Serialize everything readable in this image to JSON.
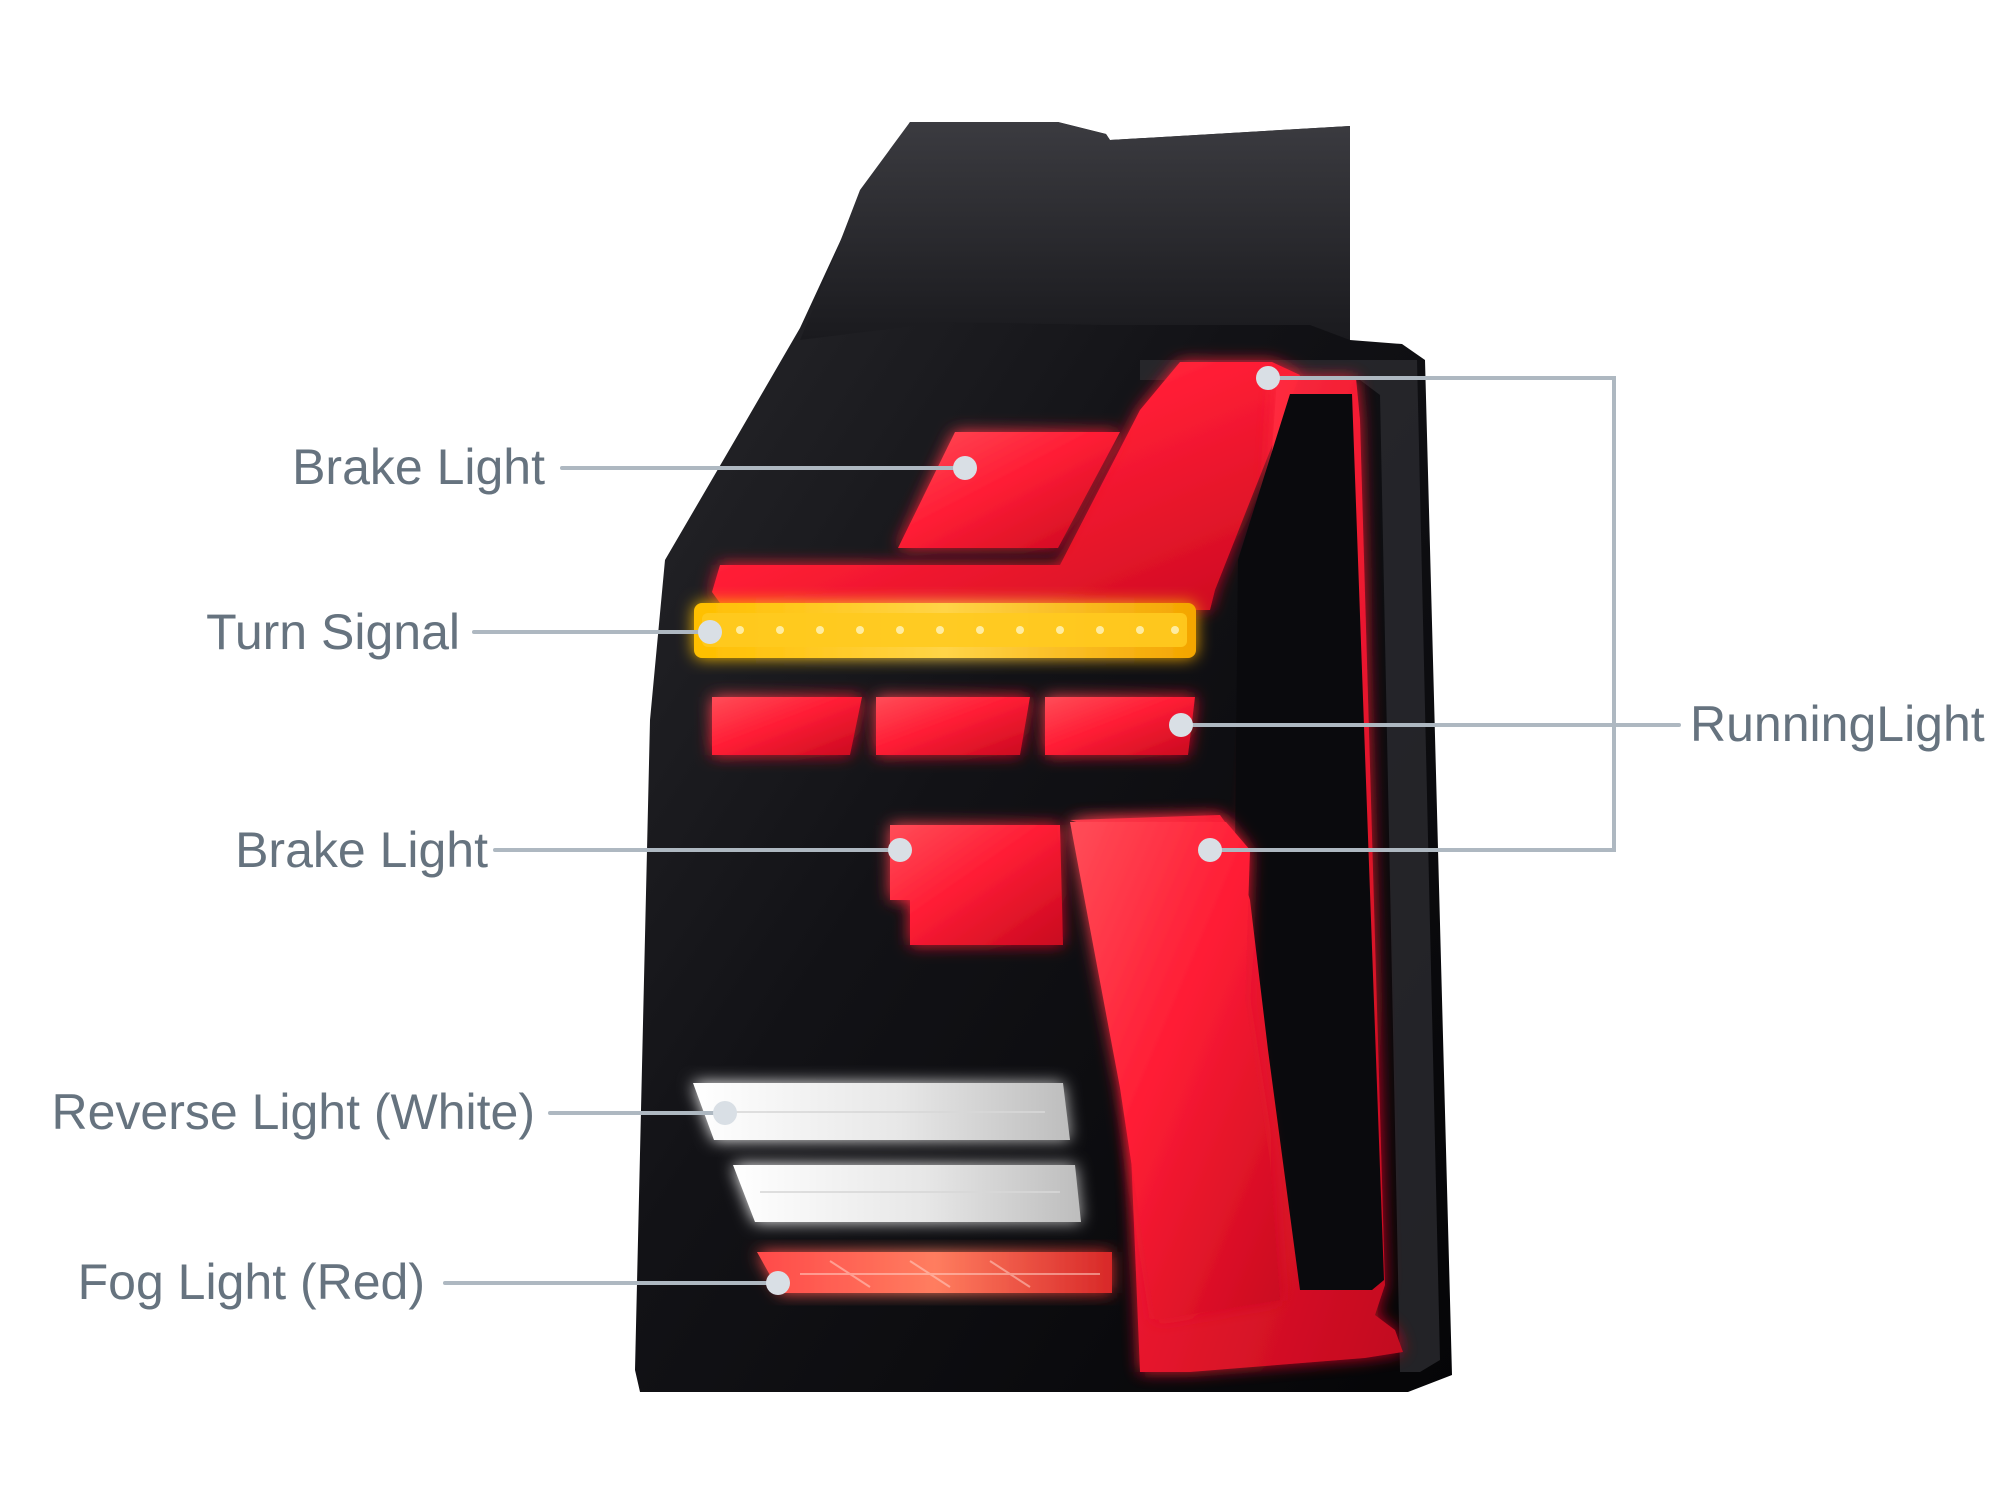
{
  "labels": {
    "brake_light_top": "Brake Light",
    "turn_signal": "Turn Signal",
    "brake_light_bottom": "Brake Light",
    "reverse_light": "Reverse Light (White)",
    "fog_light": "Fog Light (Red)",
    "running_light": "RunningLight"
  },
  "colors": {
    "label_text": "#66737f",
    "leader_line": "#aeb8c1",
    "dot": "#d9dfe5",
    "housing_dark": "#18181b",
    "lens_red": "#ff2038",
    "turn_amber": "#f4b200",
    "reverse_white": "#f6f6f6",
    "fog_red": "#ff3a3a"
  },
  "icons": {
    "callout_dot": "circle-marker"
  }
}
